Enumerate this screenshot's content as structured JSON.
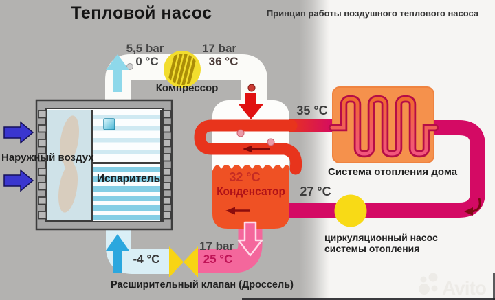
{
  "title": "Тепловой насос",
  "subtitle": "Принцип работы воздушного теплового насоса",
  "compressor": {
    "label": "Компрессор",
    "suction_pressure": "5,5 bar",
    "suction_temp": "0 °C",
    "discharge_pressure": "17 bar",
    "discharge_temp": "36 °C"
  },
  "evaporator": {
    "label": "Испаритель",
    "outside_air": "Наружный воздух",
    "outlet_temp": "-4 °C"
  },
  "condenser": {
    "label": "Конденсатор",
    "temp": "32 °C"
  },
  "heating": {
    "supply_temp": "35 °C",
    "return_temp": "27 °C",
    "system_label": "Система отопления дома",
    "pump_label_line1": "циркуляционный насос",
    "pump_label_line2": "системы отопления"
  },
  "expansion_valve": {
    "label": "Расширительный клапан (Дроссель)",
    "pressure": "17 bar",
    "temp": "25 °C"
  },
  "watermark": {
    "brand": "Avito"
  },
  "colors": {
    "background_gray": "#b3b2b0",
    "background_white": "#f6f5f3",
    "white_pipe": "#fbfbf8",
    "cold_pipe": "#daeff6",
    "hot_red": "#e8341c",
    "crimson": "#d40a64",
    "pink_pipe": "#f4679c",
    "compressor_yellow": "#f2dd2e",
    "condenser_liquid_orange": "#ef5124",
    "radiator_orange": "#f5914c",
    "air_arrow_blue": "#3a36cf",
    "cold_arrow_cyan": "#8ed8ea",
    "cold_arrow_blue": "#2ba7de"
  }
}
